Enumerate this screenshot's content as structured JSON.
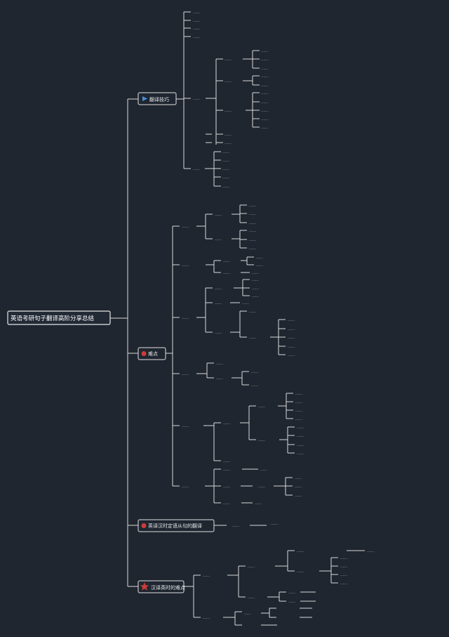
{
  "colors": {
    "background": "#1f2630",
    "lines": "#d8d8d8",
    "text": "#c9ccd1",
    "icon_blue": "#4a90d9",
    "icon_red": "#cc3b3b"
  },
  "root": {
    "label": "英语考研句子翻译高阶分享总结"
  },
  "branches": [
    {
      "label": "翻译技巧",
      "icon": "flag-icon"
    },
    {
      "label": "难点",
      "icon": "warning-icon"
    },
    {
      "label": "英译汉时定语从句的翻译",
      "icon": "warning-icon"
    },
    {
      "label": "汉译英时的难点",
      "icon": "star-icon"
    }
  ],
  "nodes": {
    "n1": "……",
    "n2": "……",
    "n3": "……",
    "n4": "……",
    "n5": "……",
    "n6": "……",
    "n7": "……",
    "n8": "……",
    "n9": "……",
    "n10": "……",
    "n11": "……",
    "n12": "……",
    "n13": "……",
    "n14": "……",
    "n15": "……",
    "n16": "……",
    "n17": "……",
    "n18": "……",
    "n19": "……",
    "n20": "……",
    "n21": "……",
    "n22": "……",
    "n23": "……",
    "n24": "……",
    "n25": "……",
    "n26": "……",
    "n27": "……",
    "n28": "……",
    "n29": "……",
    "n30": "……",
    "n31": "……",
    "n32": "……",
    "n33": "……",
    "n34": "……",
    "n35": "……",
    "n36": "……",
    "n37": "……",
    "n38": "……",
    "n39": "……",
    "n40": "……",
    "n41": "……",
    "n42": "……",
    "n43": "……",
    "n44": "……",
    "n45": "……",
    "n46": "……",
    "n47": "……",
    "n48": "……",
    "n49": "……",
    "n50": "……",
    "n51": "……",
    "n52": "……",
    "n53": "……",
    "n54": "……",
    "n55": "……",
    "n56": "……",
    "n57": "……",
    "n58": "……",
    "n59": "……",
    "n60": "……",
    "n61": "……",
    "n62": "……",
    "n63": "……",
    "n64": "……",
    "n65": "……",
    "n66": "……",
    "n67": "……",
    "n68": "……",
    "n69": "……",
    "n70": "……",
    "n71": "……",
    "n72": "……",
    "n73": "……",
    "n74": "……",
    "n75": "……",
    "n76": "……",
    "n77": "……",
    "n78": "……",
    "n79": "……",
    "n80": "……",
    "n81": "……",
    "n82": "……",
    "n83": "……",
    "n84": "……",
    "n85": "……",
    "n86": "……",
    "n87": "……",
    "n88": "……",
    "n89": "……",
    "n90": "……",
    "n91": "……",
    "n92": "……",
    "n93": "……",
    "n94": "……",
    "n95": "……",
    "n96": "……",
    "n97": "……",
    "n98": "……",
    "n99": "……",
    "n100": "……"
  }
}
